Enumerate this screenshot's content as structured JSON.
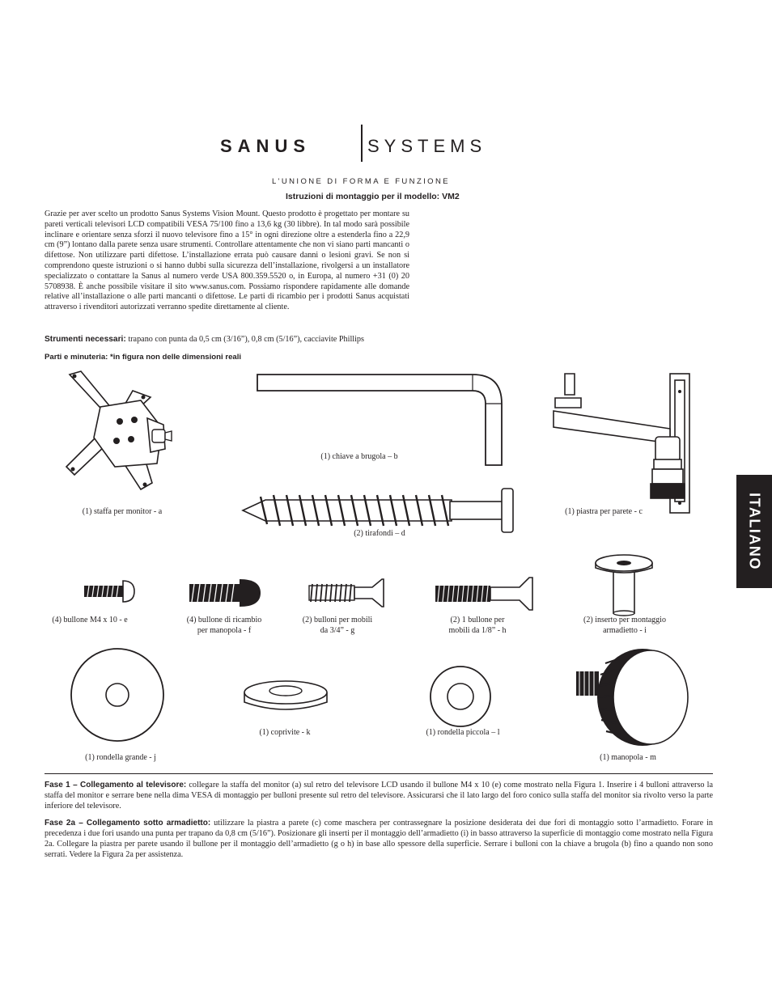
{
  "brand": {
    "left": "SANUS",
    "right": "SYSTEMS",
    "tagline": "L'UNIONE DI FORMA E FUNZIONE"
  },
  "subtitle": "Istruzioni di montaggio per il modello: VM2",
  "intro": "Grazie per aver scelto un prodotto Sanus Systems Vision Mount. Questo prodotto è progettato per montare su pareti verticali televisori  LCD compatibili VESA 75/100 fino a 13,6 kg (30 libbre). In tal modo sarà possibile inclinare e orientare senza sforzi il nuovo televisore fino a 15° in ogni direzione oltre a estenderla fino a 22,9 cm (9”) lontano dalla parete senza usare strumenti. Controllare attentamente che non vi siano parti mancanti o difettose. Non utilizzare parti difettose. L’installazione errata può causare danni o lesioni gravi. Se non si comprendono queste istruzioni o si hanno dubbi sulla sicurezza dell’installazione, rivolgersi a un installatore specializzato o contattare la Sanus al numero verde USA 800.359.5520 o, in Europa, al numero +31 (0) 20 5708938. È anche possibile visitare il sito www.sanus.com. Possiamo rispondere rapidamente alle domande relative all’installazione o alle parti mancanti o difettose. Le parti di ricambio per i prodotti Sanus acquistati attraverso i rivenditori autorizzati verranno spedite direttamente al cliente.",
  "tools": {
    "label": "Strumenti necessari:",
    "text": " trapano con punta da 0,5 cm (3/16”), 0,8 cm (5/16”), cacciavite Phillips"
  },
  "parts_heading": "Parti e minuteria: *in figura non delle dimensioni reali",
  "parts": {
    "a": "(1) staffa per monitor - a",
    "b": "(1) chiave a brugola – b",
    "c": "(1) piastra per parete - c",
    "d": "(2) tirafondi  – d",
    "e": "(4) bullone M4 x 10 - e",
    "f1": "(4) bullone di ricambio",
    "f2": "per manopola - f",
    "g1": "(2) bulloni per mobili",
    "g2": "da 3/4” - g",
    "h1": "(2) 1 bullone per",
    "h2": "mobili da 1/8” - h",
    "i1": "(2) inserto per montaggio",
    "i2": "armadietto - i",
    "j": "(1) rondella grande - j",
    "k": "(1) coprivite - k",
    "l": "(1) rondella piccola – l",
    "m": "(1) manopola - m"
  },
  "side_tab": "ITALIANO",
  "steps": [
    {
      "label": "Fase 1 – Collegamento al televisore:",
      "text": "  collegare la staffa del monitor (a) sul retro del televisore LCD usando il bullone M4 x 10 (e) come mostrato nella Figura 1. Inserire i 4 bulloni attraverso la staffa del monitor e serrare bene nella dima  VESA di montaggio per bulloni presente sul retro del televisore. Assicurarsi che il lato largo del foro conico sulla staffa del monitor sia rivolto verso la parte inferiore del televisore."
    },
    {
      "label": "Fase 2a – Collegamento sotto armadietto:",
      "text": " utilizzare la piastra a parete (c) come maschera per contrassegnare la posizione desiderata dei due fori di montaggio sotto l’armadietto. Forare in precedenza i due fori usando una punta per trapano da 0,8 cm (5/16”). Posizionare gli inserti per il montaggio dell’armadietto (i) in basso attraverso la superficie di montaggio come mostrato nella Figura 2a. Collegare la piastra per parete usando il bullone per il montaggio dell’armadietto (g o h) in base allo spessore della superficie. Serrare i bulloni con la chiave a brugola (b) fino a quando non sono serrati. Vedere la Figura 2a per assistenza."
    }
  ]
}
